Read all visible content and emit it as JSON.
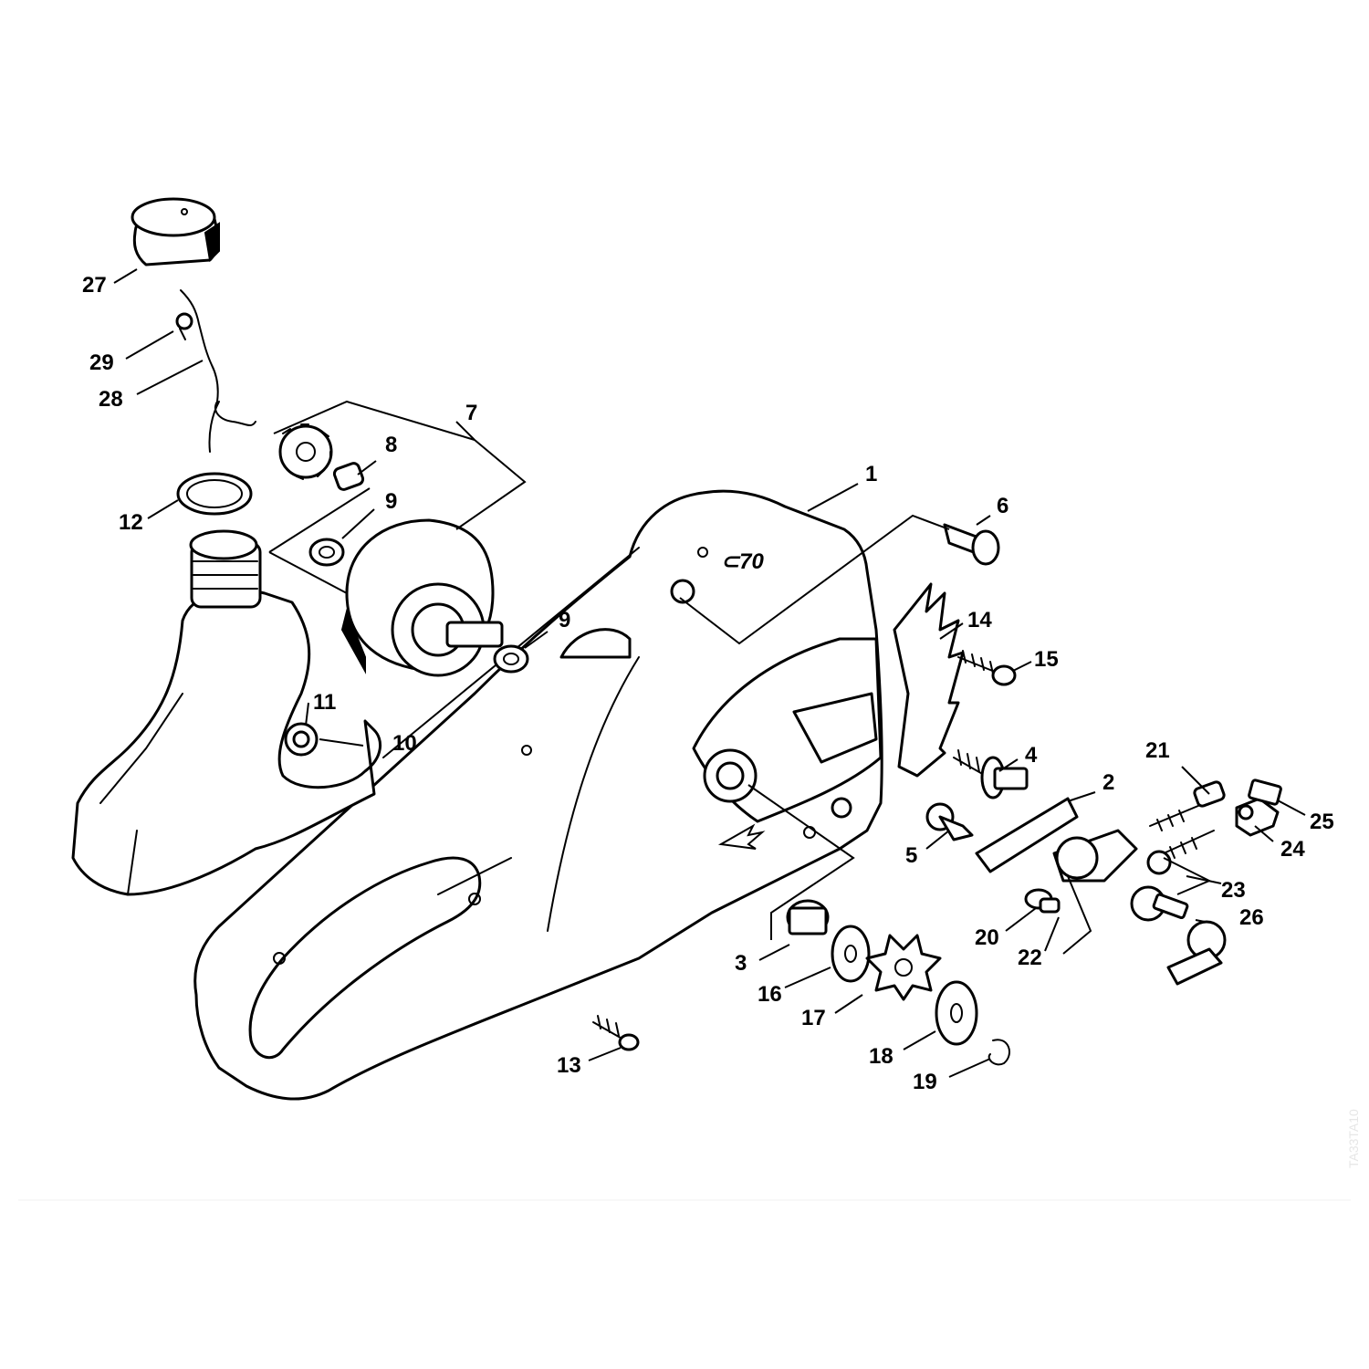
{
  "diagram": {
    "watermark": "TA33TA10",
    "callouts": {
      "c1": "1",
      "c2": "2",
      "c3": "3",
      "c4": "4",
      "c5": "5",
      "c6": "6",
      "c7": "7",
      "c8": "8",
      "c9a": "9",
      "c9b": "9",
      "c10": "10",
      "c11": "11",
      "c12": "12",
      "c13": "13",
      "c14": "14",
      "c15": "15",
      "c16": "16",
      "c17": "17",
      "c18": "18",
      "c19": "19",
      "c20": "20",
      "c21": "21",
      "c22": "22",
      "c23": "23",
      "c24": "24",
      "c25": "25",
      "c26": "26",
      "c27": "27",
      "c28": "28",
      "c29": "29"
    }
  }
}
